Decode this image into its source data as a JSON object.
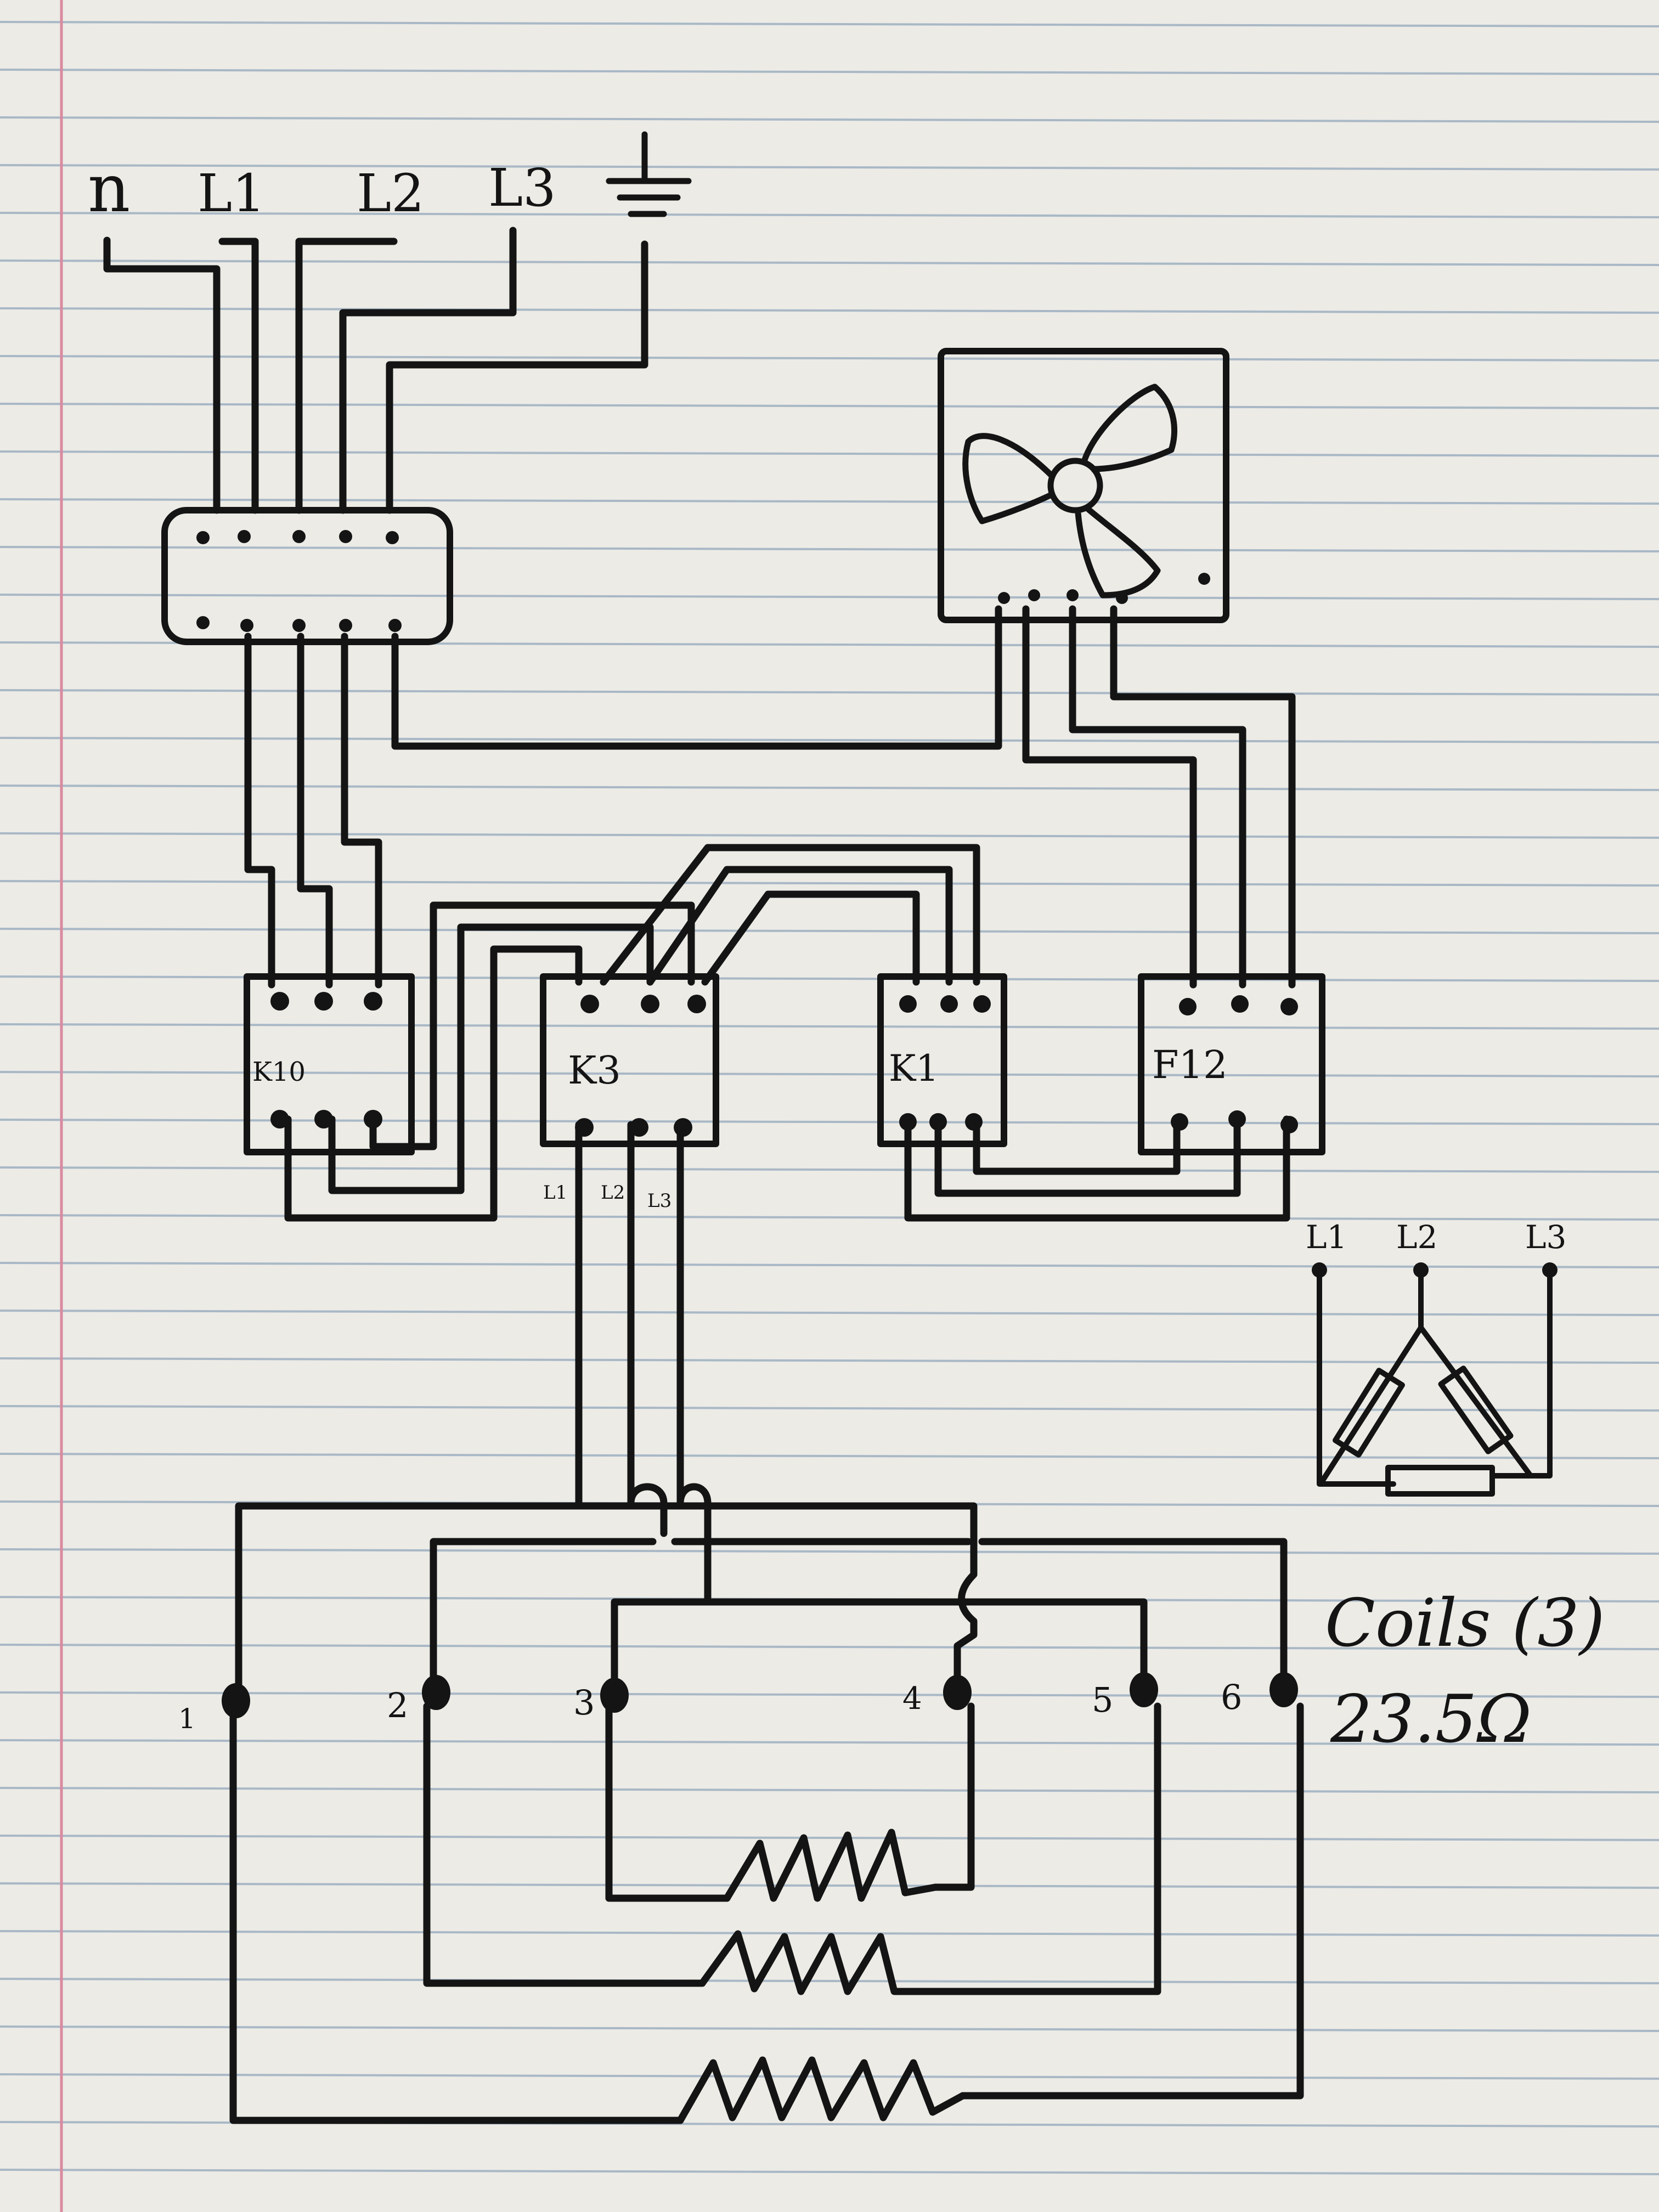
{
  "supply": {
    "n_label": "n",
    "l1_label": "L1",
    "l2_label": "L2",
    "l3_label": "L3"
  },
  "devices": {
    "k10_label": "K10",
    "k3_label": "K3",
    "k1_label": "K1",
    "f12_label": "F12",
    "k3_out": {
      "l1": "L1",
      "l2": "L2",
      "l3": "L3"
    }
  },
  "delta": {
    "l1": "L1",
    "l2": "L2",
    "l3": "L3"
  },
  "heater": {
    "terminals": [
      "1",
      "2",
      "3",
      "4",
      "5",
      "6"
    ],
    "note_line1": "Coils (3)",
    "note_line2": "23.5Ω"
  },
  "colors": {
    "paper": "#ecebe6",
    "rule": "#a9b8c6",
    "margin": "#d98aa0",
    "ink": "#141414"
  }
}
